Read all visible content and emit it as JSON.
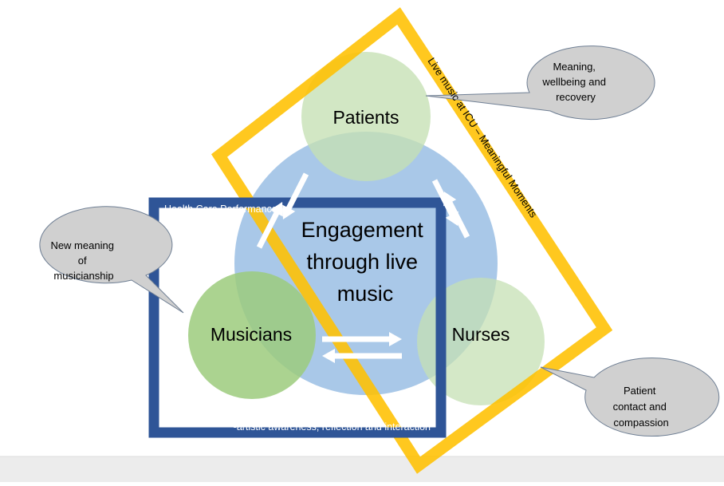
{
  "colors": {
    "big_circle": "#a9c8e8",
    "small_circle": "#c5e0b4",
    "musicians_circle": "#9ccb7c",
    "orange_frame": "#ffc000",
    "blue_frame": "#2f5597",
    "bubble_fill": "#d0d0d0",
    "bubble_stroke": "#6f7f94",
    "arrow_fill": "#ffffff"
  },
  "center": {
    "lines": [
      "Engagement",
      "through live",
      "music"
    ]
  },
  "nodes": {
    "patients": "Patients",
    "musicians": "Musicians",
    "nurses": "Nurses"
  },
  "frames": {
    "orange_label": "Live music at ICU – Meaningful Moments",
    "blue_top_label": "Health Care Performances -",
    "blue_bottom_label": "-artistic awareness, reflection and interaction"
  },
  "bubbles": {
    "patients": {
      "lines": [
        "Meaning,",
        "wellbeing and",
        "recovery"
      ]
    },
    "musicians": {
      "lines": [
        "New meaning",
        "of",
        "musicianship"
      ]
    },
    "nurses": {
      "lines": [
        "Patient",
        "contact and",
        "compassion"
      ]
    }
  }
}
